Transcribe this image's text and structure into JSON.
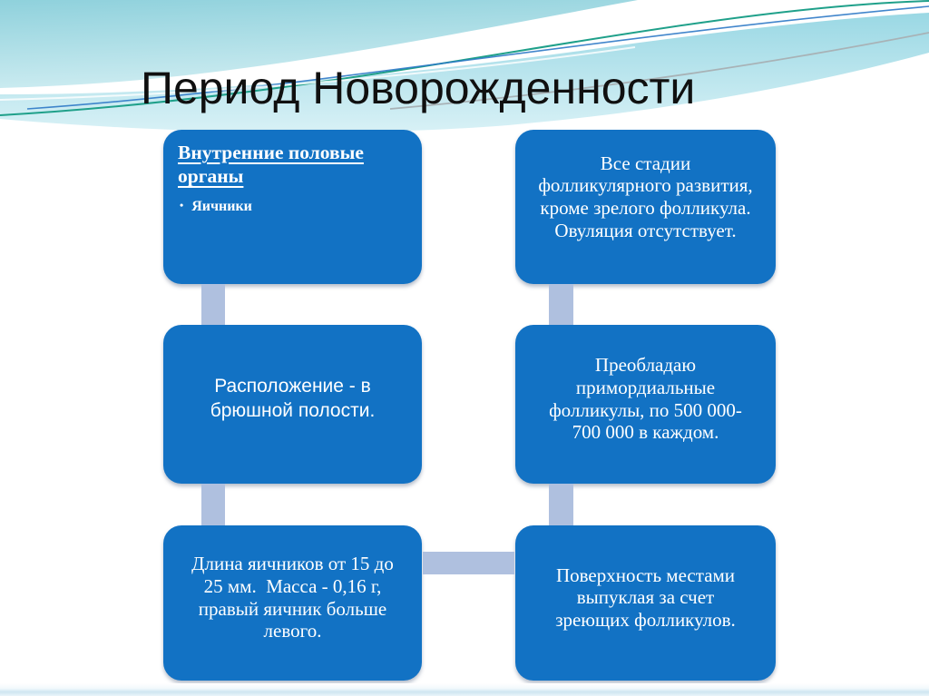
{
  "slide": {
    "title": "Период Новорожденности",
    "left_column": [
      {
        "heading": "Внутренние половые органы",
        "bullet_marker": "•",
        "bullet": "Яичники"
      },
      {
        "text": "Расположение - в брюшной полости."
      },
      {
        "text": "Длина яичников от 15 до 25 мм.  Масса - 0,16 г, правый яичник больше левого."
      }
    ],
    "right_column": [
      {
        "text": "Все стадии фолликулярного развития, кроме зрелого фолликула. Овуляция отсутствует."
      },
      {
        "text": "Преобладаю примордиальные фолликулы, по 500 000-700 000 в каждом."
      },
      {
        "text": "Поверхность местами выпуклая за счет зреющих фолликулов."
      }
    ],
    "colors": {
      "box_blue": "#1272C4",
      "connector": "#AFC0DF",
      "wave_teal_dark": "#8FD0DF",
      "wave_teal_light": "#D2EEF3",
      "accent_green": "#1FA08A",
      "accent_blue": "#2E79C6",
      "accent_gray": "#A8B2B6",
      "title_text": "#101010",
      "box_text": "#FFFFFF"
    }
  }
}
